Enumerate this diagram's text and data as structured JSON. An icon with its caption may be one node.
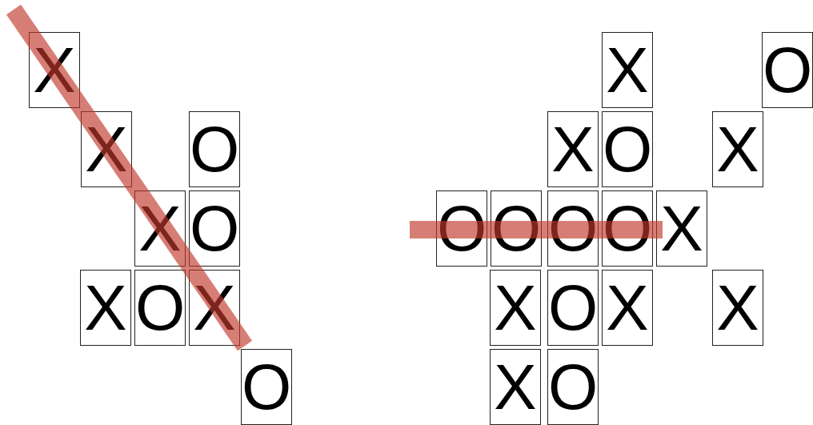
{
  "diagram": {
    "nodes": [
      {
        "text": [
          "X"
        ]
      },
      {
        "text": [
          "X"
        ]
      },
      {
        "text": [
          "O"
        ]
      },
      {
        "text": [
          "X"
        ]
      },
      {
        "text": [
          "O"
        ]
      },
      {
        "text": [
          "X"
        ]
      },
      {
        "text": [
          "O"
        ]
      },
      {
        "text": [
          "X"
        ]
      },
      {
        "text": [
          "O"
        ]
      },
      {
        "text": [
          "X"
        ]
      },
      {
        "text": [
          "O"
        ]
      },
      {
        "text": [
          "X"
        ]
      },
      {
        "text": [
          "O"
        ]
      },
      {
        "text": [
          "X"
        ]
      },
      {
        "text": [
          "O"
        ]
      },
      {
        "text": [
          "O"
        ]
      },
      {
        "text": [
          "O"
        ]
      },
      {
        "text": [
          "O"
        ]
      },
      {
        "text": [
          "X"
        ]
      },
      {
        "text": [
          "X"
        ]
      },
      {
        "text": [
          "O"
        ]
      },
      {
        "text": [
          "X"
        ]
      },
      {
        "text": [
          "X"
        ]
      },
      {
        "text": [
          "X"
        ]
      },
      {
        "text": [
          "O"
        ]
      }
    ]
  }
}
